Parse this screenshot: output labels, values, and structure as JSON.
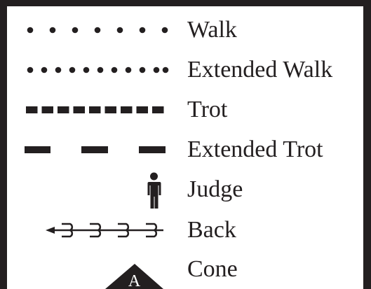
{
  "colors": {
    "ink": "#231f20",
    "background": "#ffffff"
  },
  "legend": {
    "items": [
      {
        "label": "Walk",
        "symbol": "small-dotted-line"
      },
      {
        "label": "Extended Walk",
        "symbol": "dense-dotted-line"
      },
      {
        "label": "Trot",
        "symbol": "short-dashed-line"
      },
      {
        "label": "Extended Trot",
        "symbol": "long-dashed-line"
      },
      {
        "label": "Judge",
        "symbol": "judge-figure-icon"
      },
      {
        "label": "Back",
        "symbol": "back-arrow-icon"
      },
      {
        "label": "Cone",
        "symbol": "cone-icon"
      }
    ],
    "cone_letter": "A"
  }
}
